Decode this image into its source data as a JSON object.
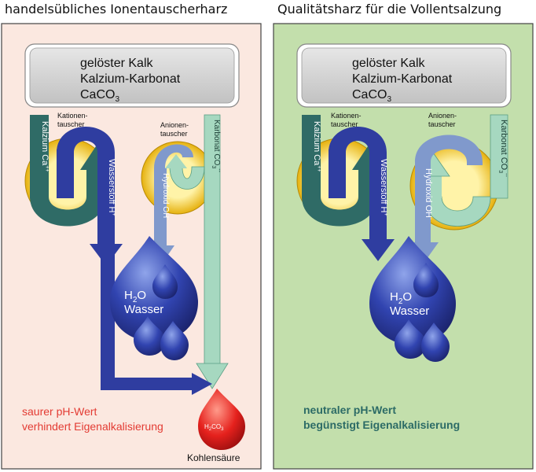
{
  "left_panel": {
    "title": "handelsübliches Ionentauscherharz",
    "box_lines": [
      "gelöster Kalk",
      "Kalzium-Karbonat",
      "CaCO"
    ],
    "box_sub": "3",
    "cation_label": [
      "Kationen-",
      "tauscher"
    ],
    "anion_label": [
      "Anionen-",
      "tauscher"
    ],
    "calcium": "Kalzium Ca",
    "calcium_sup": "++",
    "hydrogen": "Wasserstoff  H",
    "hydrogen_sup": "+",
    "hydroxide": "Hydroxid  OH",
    "hydroxide_sup": "-",
    "carbonate": "Karbonat CO",
    "carbonate_sub": "3",
    "carbonate_sup": "--",
    "water_formula": "H",
    "water_formula_sub": "2",
    "water_formula_end": "O",
    "water_word": "Wasser",
    "result_line1": "saurer pH-Wert",
    "result_line2": "verhindert Eigenalkalisierung",
    "acid_formula": "H",
    "acid_sub1": "2",
    "acid_mid": "CO",
    "acid_sub2": "3",
    "acid_name": "Kohlensäure"
  },
  "right_panel": {
    "title": "Qualitätsharz für die Vollentsalzung",
    "box_lines": [
      "gelöster Kalk",
      "Kalzium-Karbonat",
      "CaCO"
    ],
    "box_sub": "3",
    "cation_label": [
      "Kationen-",
      "tauscher"
    ],
    "anion_label": [
      "Anionen-",
      "tauscher"
    ],
    "calcium": "Kalzium Ca",
    "calcium_sup": "++",
    "hydrogen": "Wasserstoff  H",
    "hydrogen_sup": "+",
    "hydroxide": "Hydroxid  OH",
    "hydroxide_sup": "-",
    "carbonate": "Karbonat CO",
    "carbonate_sub": "3",
    "carbonate_sup": "--",
    "water_formula": "H",
    "water_formula_sub": "2",
    "water_formula_end": "O",
    "water_word": "Wasser",
    "result_line1": "neutraler pH-Wert",
    "result_line2": "begünstigt Eigenalkalisierung"
  },
  "colors": {
    "left_bg": "#fbe8e0",
    "right_bg": "#c3dfac",
    "cation_blue": "#2f3da0",
    "anion_blue": "#8099cc",
    "calcium_teal": "#2f6b66",
    "carbonate_green": "#a6d8c0",
    "disc_yellow": "#f2c318",
    "acid_red": "#e5211d",
    "red_text": "#e33b33",
    "teal_text": "#2c6b66"
  }
}
